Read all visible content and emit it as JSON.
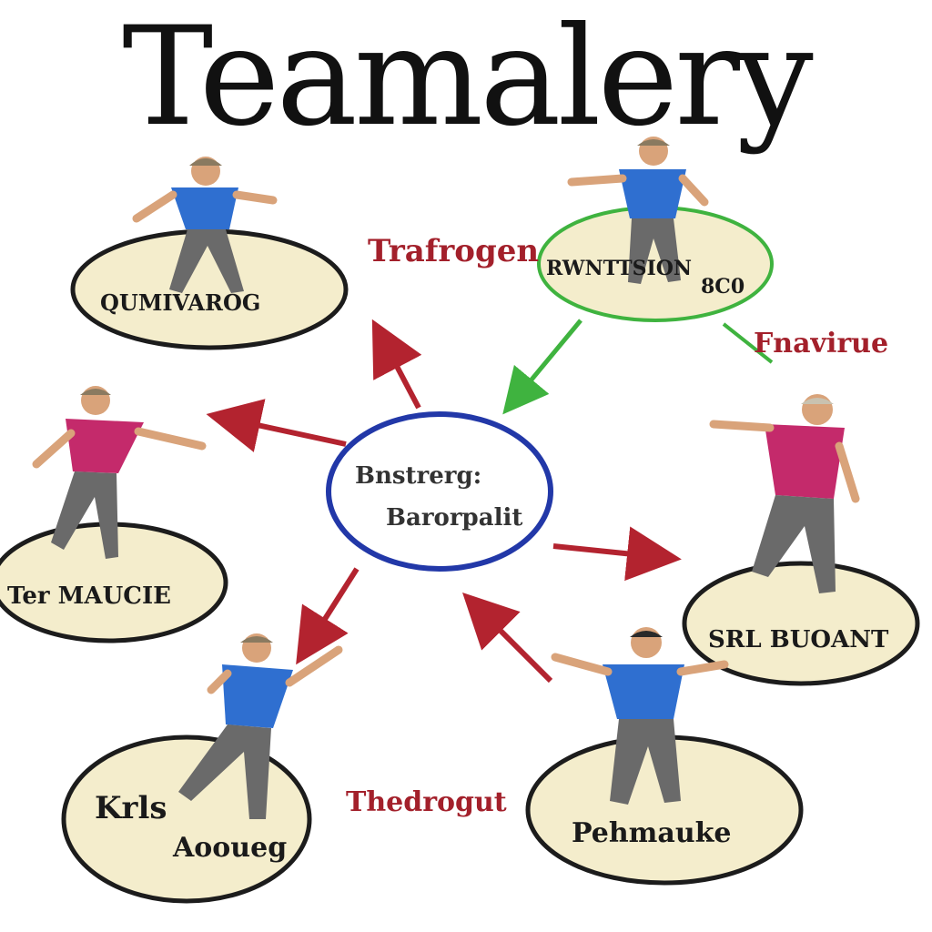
{
  "title": "Teamalery",
  "colors": {
    "plate_fill": "#f4edcc",
    "plate_stroke": "#1c1c1c",
    "arrow_red": "#b3232f",
    "arrow_green": "#3fb33f",
    "hub_blue": "#2238a8",
    "shirt_blue": "#2f6fd0",
    "shirt_magenta": "#c42a6b",
    "pants_gray": "#6a6a6a",
    "skin": "#d9a37a",
    "hair": "#8a7a60"
  },
  "hub": {
    "line1": "Bnstrerg:",
    "line2": "Barorpalit"
  },
  "floating_labels": {
    "top": "Trafrogen",
    "right": "Fnavirue",
    "bottom": "Thedrogut"
  },
  "plates": [
    {
      "id": "top-left",
      "label": "QUMIVAROG",
      "figure_shirt": "blue",
      "ring": "dark"
    },
    {
      "id": "top-right",
      "label_left": "RWNTTSION",
      "label_right": "8C0",
      "figure_shirt": "blue",
      "ring": "green"
    },
    {
      "id": "mid-left",
      "label": "Ter MAUCIE",
      "figure_shirt": "magenta",
      "ring": "dark"
    },
    {
      "id": "mid-right",
      "label": "SRL BUOANT",
      "figure_shirt": "magenta",
      "ring": "dark"
    },
    {
      "id": "bottom-left",
      "label_line1": "Krls",
      "label_line2": "Aooueg",
      "figure_shirt": "blue",
      "ring": "dark"
    },
    {
      "id": "bottom-right",
      "label": "Pehmauke",
      "figure_shirt": "blue",
      "ring": "dark"
    }
  ],
  "arrows": [
    {
      "from": "hub",
      "to": "top-left",
      "color": "red"
    },
    {
      "from": "hub",
      "to": "mid-left",
      "color": "red"
    },
    {
      "from": "hub",
      "to": "mid-right",
      "color": "red"
    },
    {
      "from": "hub",
      "to": "bottom-left",
      "color": "red"
    },
    {
      "from": "bottom-right",
      "to": "hub",
      "color": "red"
    },
    {
      "from": "top-right",
      "to": "hub",
      "color": "green"
    }
  ]
}
